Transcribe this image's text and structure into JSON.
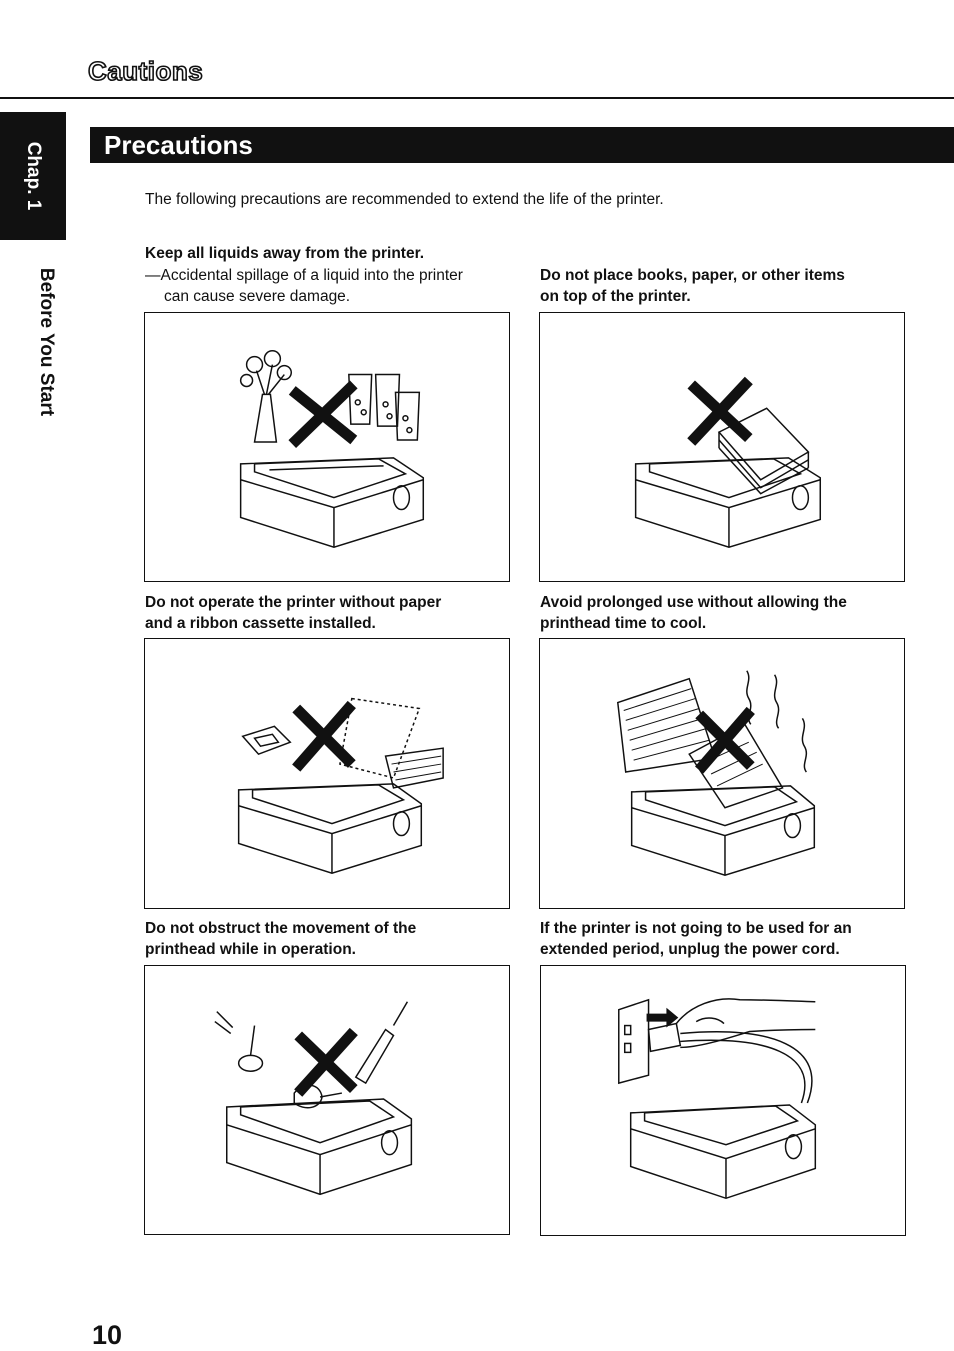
{
  "header": {
    "section_word": "Cautions"
  },
  "sidebar": {
    "chapter_tab": "Chap. 1",
    "section_label": "Before You Start"
  },
  "title": "Precautions",
  "intro": "The following precautions are recommended to extend the life of the printer.",
  "cautions": [
    {
      "heading": "Keep all liquids away from the printer.",
      "note_line1": "—Accidental spillage of a liquid into the printer",
      "note_line2": "can cause severe damage.",
      "illustration_icon": "liquids-near-printer-icon"
    },
    {
      "heading_line1": "Do not place books, paper, or other items",
      "heading_line2": "on top of the printer.",
      "illustration_icon": "books-on-printer-icon"
    },
    {
      "heading_line1": "Do not operate the printer without paper",
      "heading_line2": "and a ribbon cassette installed.",
      "illustration_icon": "no-paper-no-ribbon-icon"
    },
    {
      "heading_line1": "Avoid prolonged use without allowing the",
      "heading_line2": "printhead time to cool.",
      "illustration_icon": "overheating-printer-icon"
    },
    {
      "heading_line1": "Do not obstruct the movement of the",
      "heading_line2": "printhead while in operation.",
      "illustration_icon": "obstructed-printhead-icon"
    },
    {
      "heading_line1": "If the printer is not going to be used for an",
      "heading_line2": "extended period, unplug the power cord.",
      "illustration_icon": "unplug-power-cord-icon"
    }
  ],
  "page_number": "10"
}
